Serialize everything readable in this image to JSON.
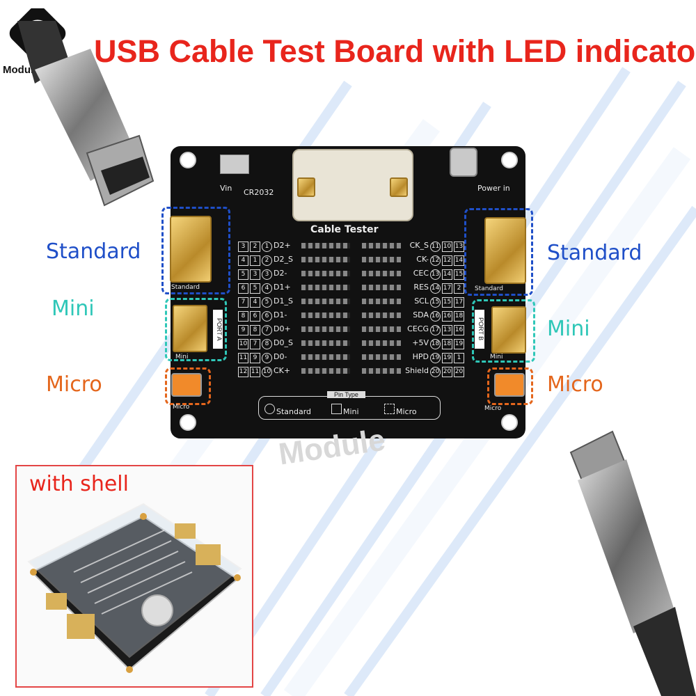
{
  "title": "USB Cable Test Board with LED indicator",
  "logo": {
    "text": "ModuleLive"
  },
  "left_labels": {
    "standard": "Standard",
    "mini": "Mini",
    "micro": "Micro"
  },
  "right_labels": {
    "standard": "Standard",
    "mini": "Mini",
    "micro": "Micro"
  },
  "board": {
    "header": "Cable Tester",
    "vin": "Vin",
    "cr2032": "CR2032",
    "power_in": "Power in",
    "port_a": "PORT A",
    "port_b": "PORT B",
    "std_left": "Standard",
    "mini_left": "Mini",
    "micro_left": "Micro",
    "std_right": "Standard",
    "mini_right": "Mini",
    "micro_right": "Micro",
    "pin_type": "Pin Type",
    "legend": {
      "standard": "Standard",
      "mini": "Mini",
      "micro": "Micro"
    },
    "left_rows": [
      {
        "a": "3",
        "b": "2",
        "c": "1",
        "label": "D2+"
      },
      {
        "a": "4",
        "b": "1",
        "c": "2",
        "label": "D2_S"
      },
      {
        "a": "5",
        "b": "3",
        "c": "3",
        "label": "D2-"
      },
      {
        "a": "6",
        "b": "5",
        "c": "4",
        "label": "D1+"
      },
      {
        "a": "7",
        "b": "4",
        "c": "5",
        "label": "D1_S"
      },
      {
        "a": "8",
        "b": "6",
        "c": "6",
        "label": "D1-"
      },
      {
        "a": "9",
        "b": "8",
        "c": "7",
        "label": "D0+"
      },
      {
        "a": "10",
        "b": "7",
        "c": "8",
        "label": "D0_S"
      },
      {
        "a": "11",
        "b": "9",
        "c": "9",
        "label": "D0-"
      },
      {
        "a": "12",
        "b": "11",
        "c": "10",
        "label": "CK+"
      }
    ],
    "right_rows": [
      {
        "label": "CK_S",
        "c": "11",
        "b": "10",
        "a": "13"
      },
      {
        "label": "CK-",
        "c": "12",
        "b": "12",
        "a": "14"
      },
      {
        "label": "CEC",
        "c": "13",
        "b": "14",
        "a": "15"
      },
      {
        "label": "RES",
        "c": "14",
        "b": "17",
        "a": "2"
      },
      {
        "label": "SCL",
        "c": "15",
        "b": "15",
        "a": "17"
      },
      {
        "label": "SDA",
        "c": "16",
        "b": "16",
        "a": "18"
      },
      {
        "label": "CECG",
        "c": "17",
        "b": "13",
        "a": "16"
      },
      {
        "label": "+5V",
        "c": "18",
        "b": "18",
        "a": "19"
      },
      {
        "label": "HPD",
        "c": "19",
        "b": "19",
        "a": "1"
      },
      {
        "label": "Shield",
        "c": "20",
        "b": "20",
        "a": "20"
      }
    ]
  },
  "shell": {
    "label": "with shell"
  },
  "watermark": "Module",
  "colors": {
    "title": "#e8251c",
    "standard": "#1f4fc8",
    "mini": "#2fc7b8",
    "micro": "#e4661c"
  }
}
